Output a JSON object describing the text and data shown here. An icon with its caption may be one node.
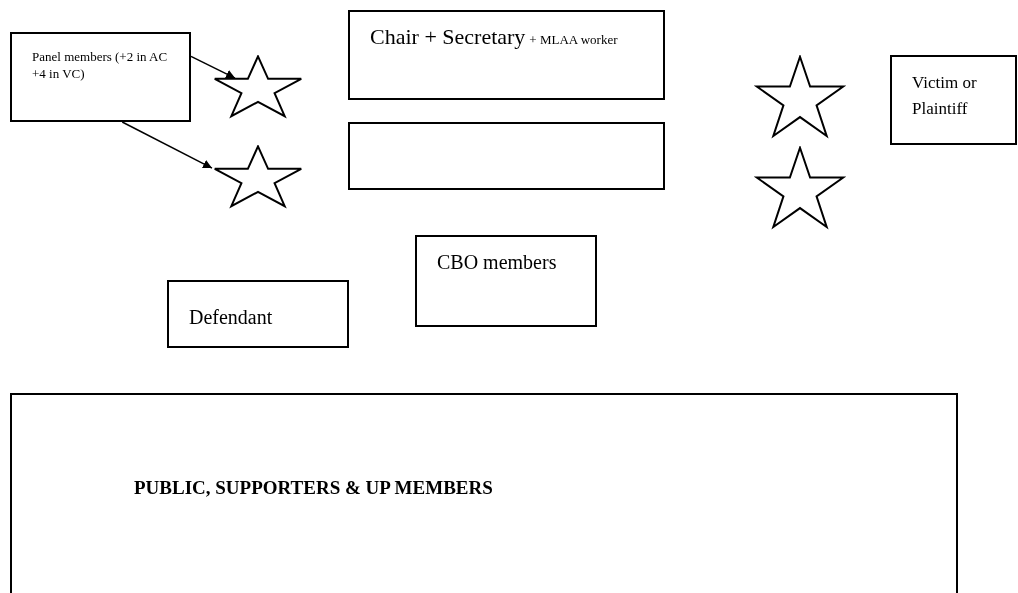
{
  "diagram": {
    "nodes": [
      {
        "text": [
          "Panel members (+2 in AC +4 in VC)"
        ]
      },
      {
        "text": [],
        "shape": "star"
      },
      {
        "text": [],
        "shape": "star"
      },
      {
        "text": [
          "Chair + Secretary",
          "+ MLAA worker"
        ]
      },
      {
        "text": [],
        "shape": "box"
      },
      {
        "text": [],
        "shape": "star"
      },
      {
        "text": [],
        "shape": "star"
      },
      {
        "text": [
          "Victim or Plaintiff"
        ]
      },
      {
        "text": [
          "CBO members"
        ]
      },
      {
        "text": [
          "Defendant"
        ]
      },
      {
        "text": [
          "PUBLIC, SUPPORTERS & UP MEMBERS"
        ]
      }
    ],
    "edges": [
      {
        "from": 0,
        "to": 1,
        "arrow": "to"
      },
      {
        "from": 0,
        "to": 2,
        "arrow": "to"
      }
    ]
  }
}
